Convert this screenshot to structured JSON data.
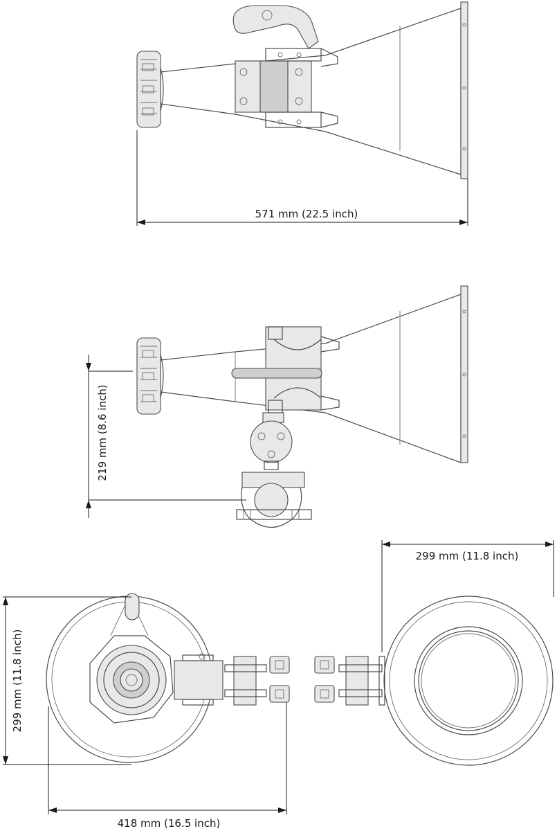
{
  "dimensions": {
    "length": "571 mm (22.5 inch)",
    "height_offset": "219 mm (8.6 inch)",
    "front_height": "299 mm (11.8 inch)",
    "front_width": "418 mm (16.5 inch)",
    "rear_width": "299 mm (11.8 inch)"
  }
}
